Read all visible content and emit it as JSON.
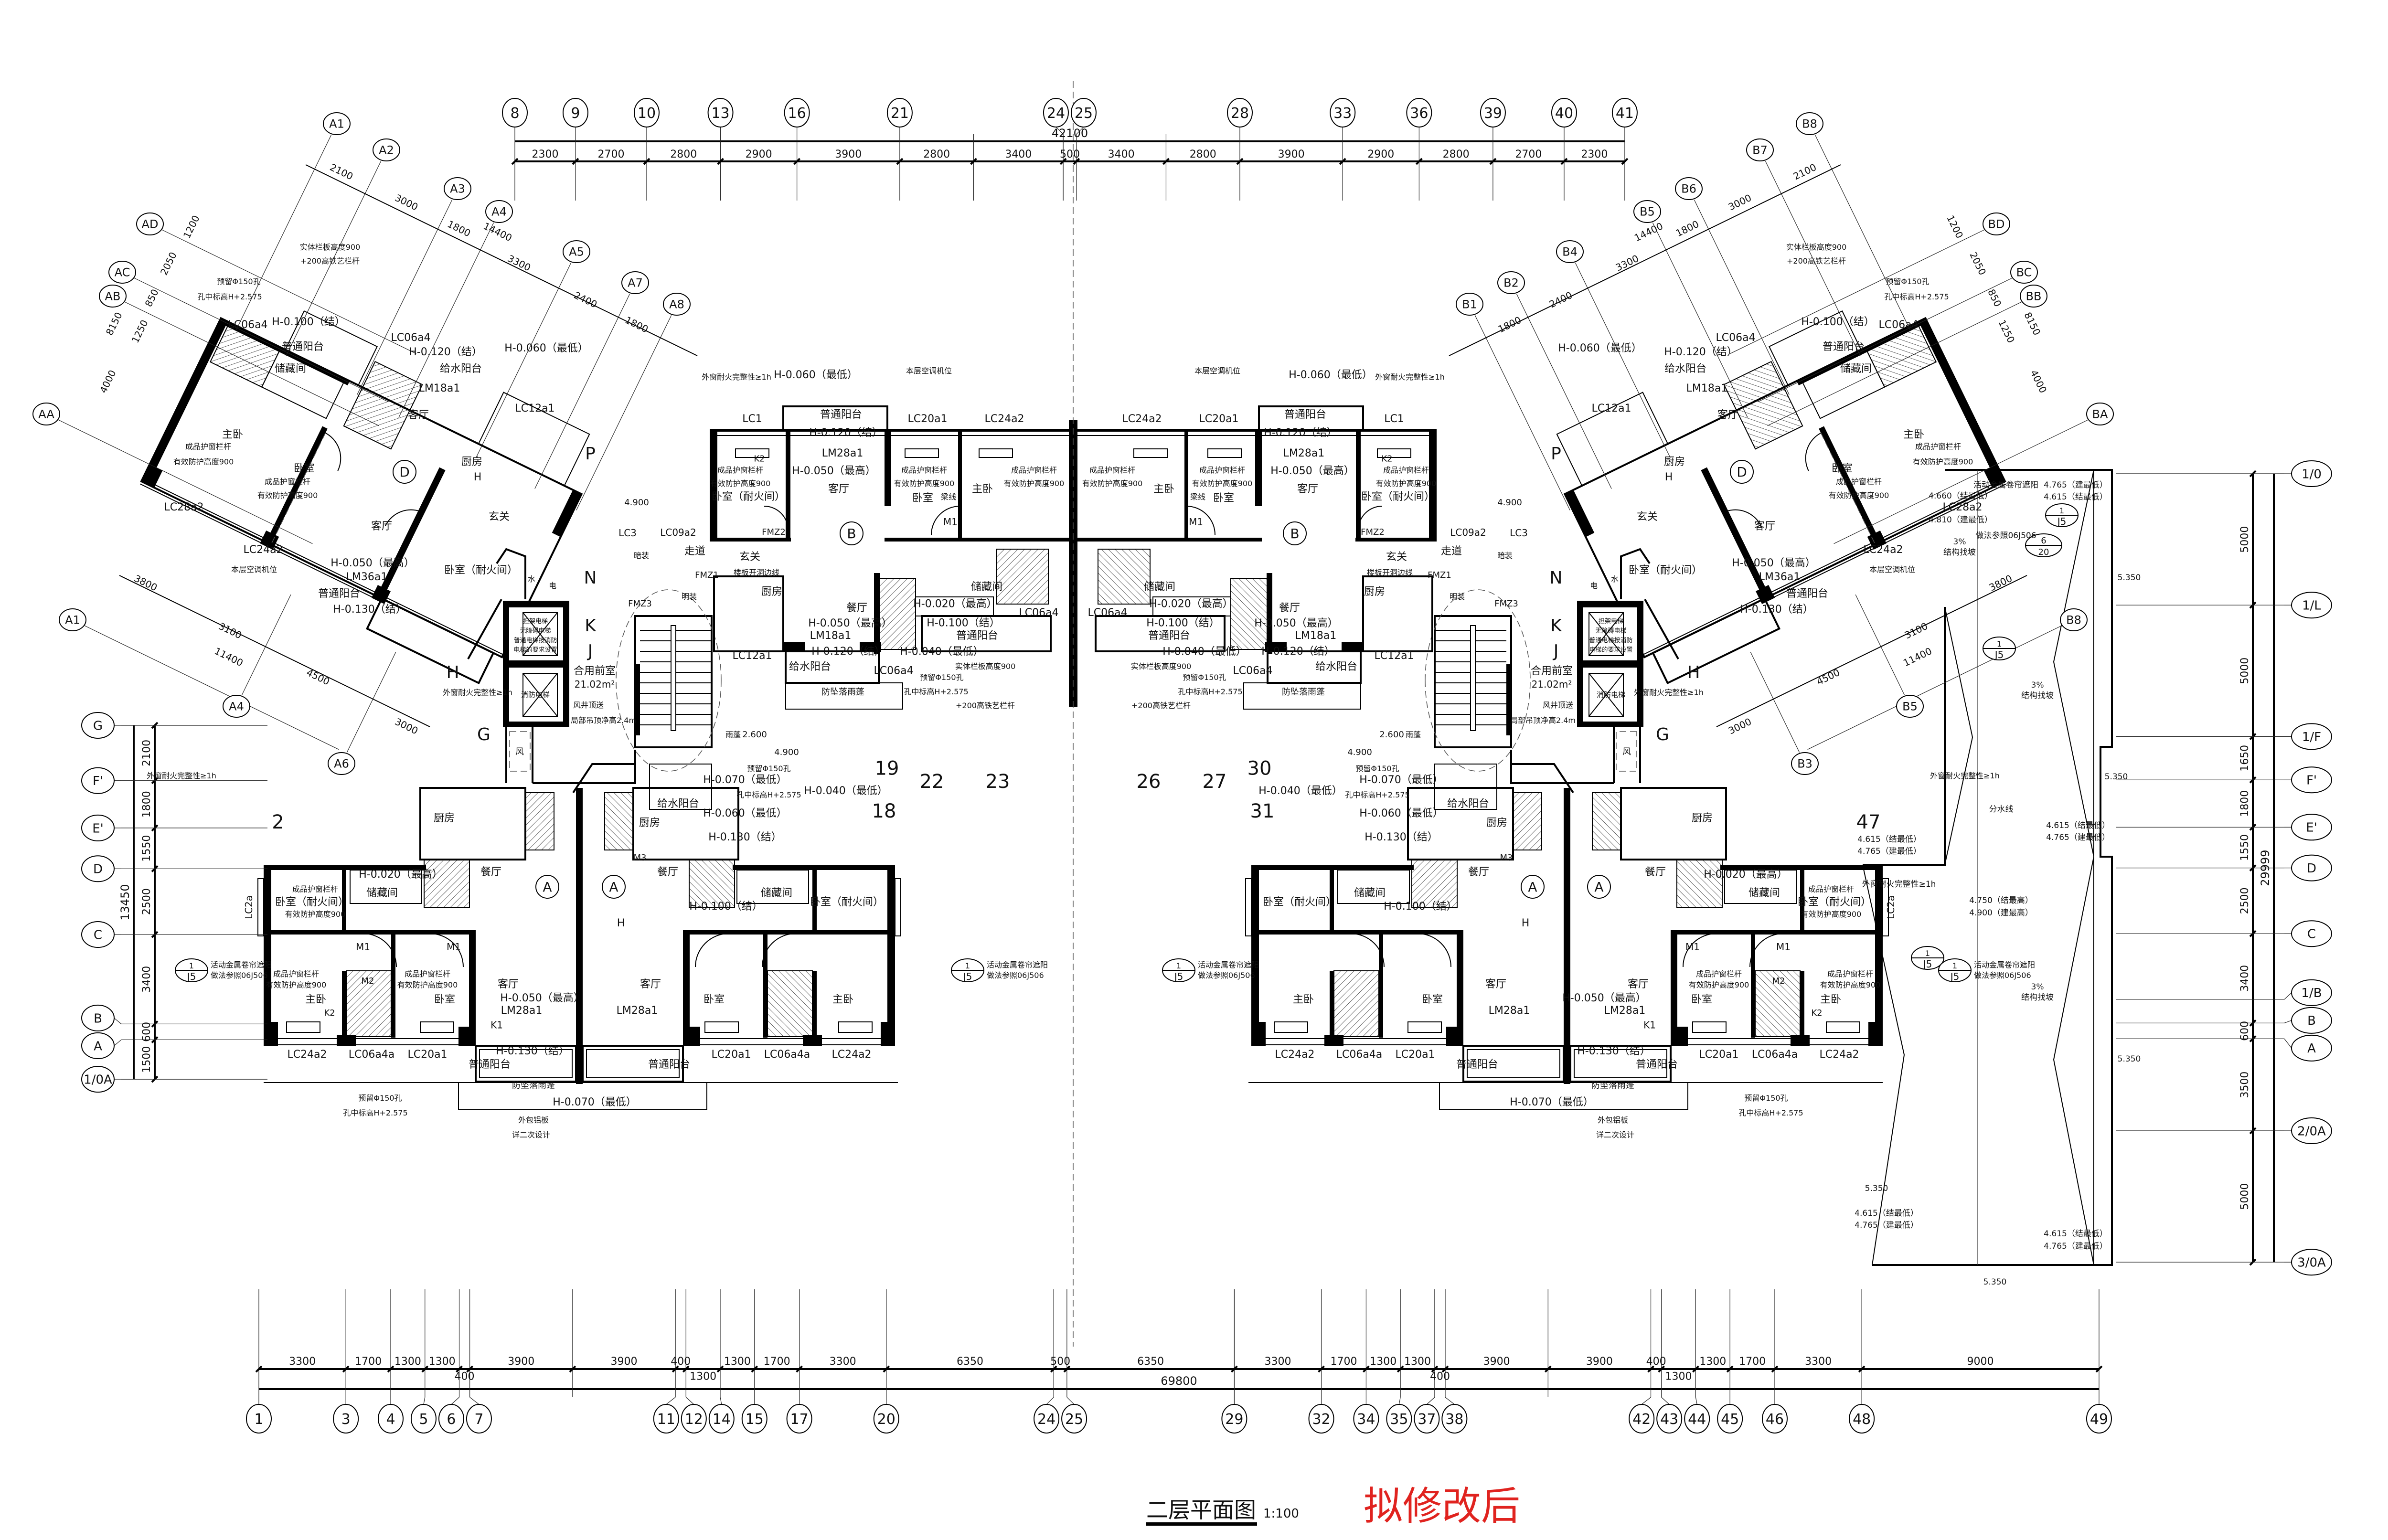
{
  "drawing": {
    "title": "二层平面图",
    "scale": "1:100",
    "revision_stamp": "拟修改后",
    "stamp_color": "#e0231f",
    "line_color": "#000000"
  },
  "axes": {
    "top": {
      "labels": [
        "8",
        "9",
        "10",
        "13",
        "16",
        "21",
        "",
        "24",
        "25",
        "",
        "28",
        "33",
        "36",
        "39",
        "40",
        "41"
      ],
      "dims": [
        2300,
        2700,
        2800,
        2900,
        3900,
        2800,
        3400,
        500,
        3400,
        2800,
        3900,
        2900,
        2800,
        2700,
        2300
      ],
      "total": "42100"
    },
    "bottom": {
      "labels": [
        "1",
        "3",
        "4",
        "5",
        "6",
        "7",
        "",
        "11",
        "12",
        "14",
        "15",
        "17",
        "20",
        "24",
        "25",
        "29",
        "32",
        "34",
        "35",
        "37",
        "38",
        "",
        "42",
        "43",
        "44",
        "45",
        "46",
        "48",
        "49"
      ],
      "dims": [
        3300,
        1700,
        1300,
        1300,
        400,
        3900,
        3900,
        400,
        1300,
        1300,
        1700,
        3300,
        6350,
        500,
        6350,
        3300,
        1700,
        1300,
        1300,
        400,
        3900,
        3900,
        400,
        1300,
        1300,
        1700,
        3300,
        9000
      ],
      "total": "69800"
    },
    "left": {
      "labels": [
        "G",
        "F'",
        "E'",
        "D",
        "C",
        "B",
        "A",
        "1/0A"
      ],
      "dims": [
        2100,
        1800,
        1550,
        2500,
        3400,
        600,
        1500
      ],
      "total": "13450"
    },
    "right": {
      "labels": [
        "1/0",
        "1/L",
        "1/F",
        "F'",
        "E'",
        "D",
        "C",
        "B",
        "A",
        "2/0A",
        "3/0A"
      ],
      "dims": [
        5000,
        5000,
        1650,
        1800,
        1550,
        2500,
        3400,
        600,
        3500,
        5000
      ],
      "extra_label": "1/B",
      "total": "29999"
    }
  },
  "wing_axes": {
    "left": [
      "A1",
      "A2",
      "A3",
      "A4",
      "A5",
      "A7",
      "A8",
      "AD",
      "AC",
      "AB",
      "AA",
      "A1",
      "A4",
      "A6"
    ],
    "right": [
      "B8",
      "B7",
      "B6",
      "B5",
      "B4",
      "B2",
      "B1",
      "BD",
      "BC",
      "BB",
      "BA",
      "B8",
      "B5",
      "B3"
    ],
    "dims_top": [
      "2100",
      "3000",
      "1800",
      "14400",
      "3300",
      "2400",
      "1800"
    ],
    "dims_side": [
      "1200",
      "2050",
      "850",
      "1250",
      "8150",
      "4000"
    ],
    "dims_bottom": [
      "3800",
      "3100",
      "11400",
      "4500",
      "3000"
    ]
  },
  "units": {
    "D": "D",
    "B": "B",
    "A": "A",
    "M": "M"
  },
  "core": {
    "axes": {
      "P": "P",
      "N": "N",
      "K": "K",
      "J": "J",
      "H": "H",
      "G": "G"
    },
    "lobby": "合用前室",
    "lobby_area": "21.02m²",
    "elevator_1": [
      "担架电梯",
      "无障碍电梯",
      "普通电梯按消防",
      "电梯的要求设置"
    ],
    "fire_elevator": "消防电梯",
    "shaft": "风",
    "shaft_note": "风井顶送",
    "ceiling_note": "局部吊顶净高2.4m",
    "water": "水",
    "electric": "电"
  },
  "rooms": {
    "living": "客厅",
    "bedroom": "卧室",
    "master_bedroom": "主卧",
    "dining": "餐厅",
    "kitchen": "厨房",
    "storage": "储藏间",
    "balcony": "普通阳台",
    "service_balcony": "给水阳台",
    "fire_bedroom": "卧室（耐火间）",
    "foyer": "玄关",
    "corridor": "走道"
  },
  "notes": {
    "h_0050": "H-0.050（最高）",
    "h_0130": "H-0.130（结）",
    "h_0070": "H-0.070（最低）",
    "h_0020": "H-0.020（最高）",
    "h_0060": "H-0.060（最低）",
    "h_0120": "H-0.120（结）",
    "h_0100": "H-0.100（结）",
    "h_0040": "H-0.040（最低）",
    "H": "H",
    "guard_rail": "成品护窗栏杆",
    "guard_height": "有效防护高度900",
    "hole": "预留Φ150孔",
    "hole_height": "孔中标高H+2.575",
    "parapet": "实体栏板高度900",
    "rail": "+200高铁艺栏杆",
    "canopy": "防坠落雨蓬",
    "cladding": "外包铝板",
    "cladding_note": "详二次设计",
    "fire_window": "外窗耐火完整性≥1h",
    "ac_position": "本层空调机位",
    "beam_line": "梁线",
    "slab_opening": "楼板开洞边线",
    "rain_canopy": "雨蓬",
    "canopy_elev": "2.600",
    "elev_4900": "4.900",
    "concealed": "暗装",
    "surface_mount": "明装",
    "shutter": "活动金属卷帘遮阳",
    "shutter_ref": "做法参照06J506",
    "detail_num": "1",
    "detail_sheet": "J5"
  },
  "windows": {
    "LC24a2": "LC24a2",
    "LC06a4a": "LC06a4a",
    "LC20a1": "LC20a1",
    "LM28a1": "LM28a1",
    "LC1": "LC1",
    "LC12a1": "LC12a1",
    "LM18a1": "LM18a1",
    "LC06a4": "LC06a4",
    "LC28a2": "LC28a2",
    "LM36a1": "LM36a1",
    "LC3": "LC3",
    "LC09a2": "LC09a2",
    "LC2a": "LC2a"
  },
  "doors": {
    "M1": "M1",
    "M2": "M2",
    "M3": "M3",
    "K1": "K1",
    "K2": "K2",
    "FMZ1": "FMZ1",
    "FMZ2": "FMZ2",
    "FMZ3": "FMZ3"
  },
  "grid_marks": {
    "left": [
      "19",
      "22",
      "23",
      "18",
      "2"
    ],
    "right": [
      "30",
      "27",
      "26",
      "31",
      "47"
    ]
  },
  "roof_terrace": {
    "elev_5350": "5.350",
    "elev_4765_arch_low": "4.765（建最低）",
    "elev_4615_struct_low": "4.615（结最低）",
    "elev_4660_struct_low": "4.660（结最低）",
    "elev_4810_arch_low": "4.810（建最低）",
    "elev_4750_struct_high": "4.750（结最高）",
    "elev_4900_arch_high": "4.900（建最高）",
    "ridge_line": "分水线",
    "slope": "3%",
    "slope_note": "结构找坡",
    "detail_num_6": "6",
    "detail_sheet_20": "20"
  }
}
